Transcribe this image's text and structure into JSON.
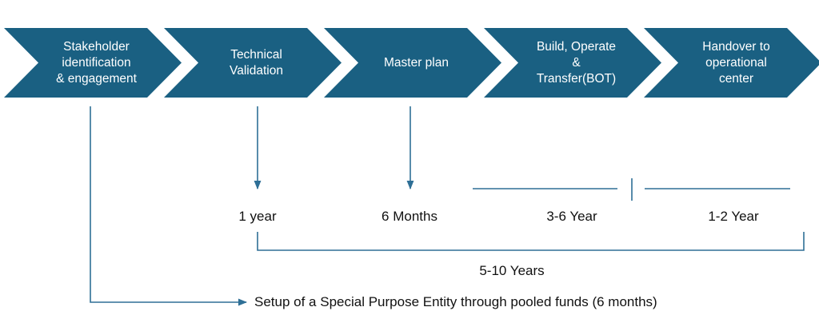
{
  "colors": {
    "chevron_fill": "#1a6082",
    "line": "#2e6f96",
    "text_on_chevron": "#ffffff",
    "text": "#111111"
  },
  "steps": [
    {
      "label": "Stakeholder\nidentification\n& engagement"
    },
    {
      "label": "Technical\nValidation"
    },
    {
      "label": "Master plan"
    },
    {
      "label": "Build, Operate\n&\nTransfer(BOT)"
    },
    {
      "label": "Handover to\noperational\ncenter"
    }
  ],
  "durations": {
    "technical_validation": "1 year",
    "master_plan": "6 Months",
    "bot": "3-6 Year",
    "handover": "1-2 Year",
    "total": "5-10 Years"
  },
  "spe_note": "Setup of a Special Purpose Entity through pooled funds (6 months)"
}
